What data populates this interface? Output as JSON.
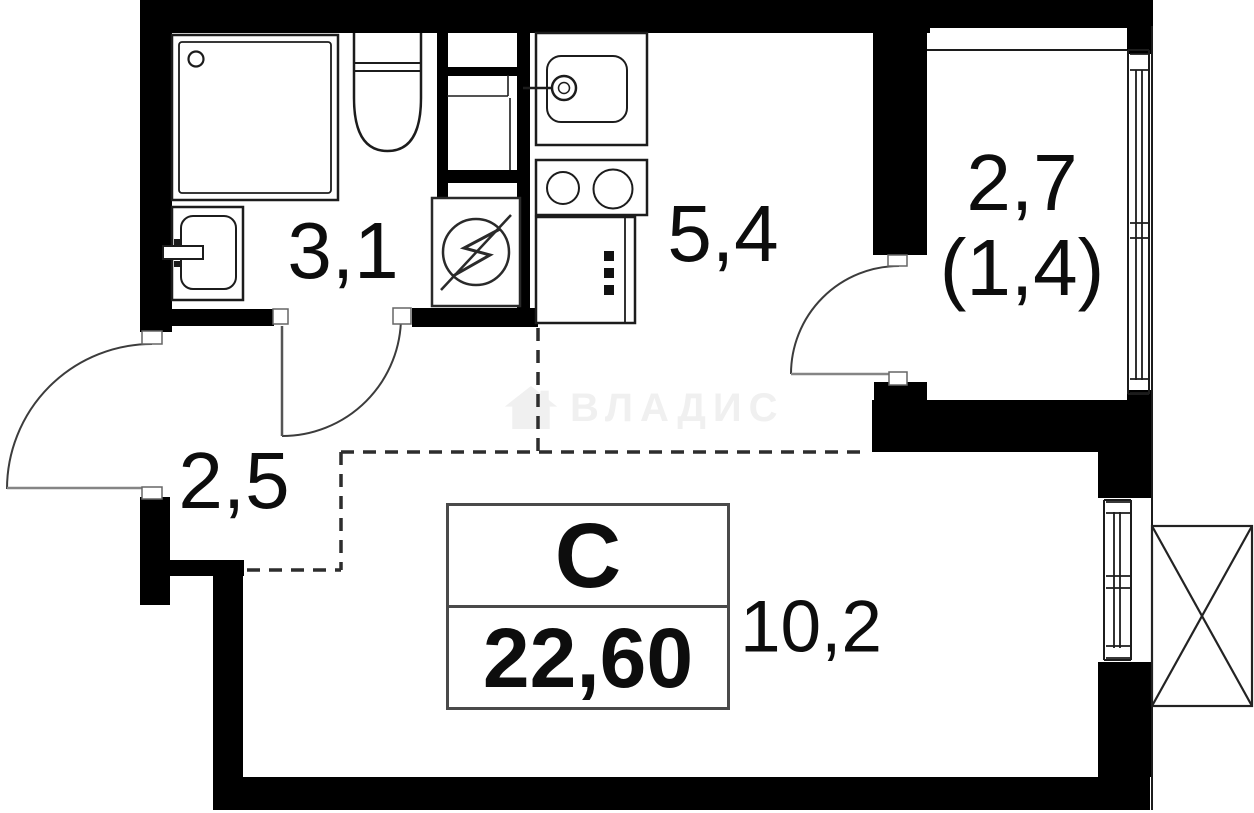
{
  "plan": {
    "watermark_text": "ВЛАДИС",
    "unit": {
      "type_label": "С",
      "total_area": "22,60"
    },
    "rooms": [
      {
        "name": "bathroom",
        "area": "3,1"
      },
      {
        "name": "kitchen",
        "area": "5,4"
      },
      {
        "name": "hallway",
        "area": "2,5"
      },
      {
        "name": "living-room",
        "area": "10,2"
      },
      {
        "name": "balcony",
        "area": "2,7",
        "area_weighted": "(1,4)"
      }
    ],
    "colors": {
      "wall": "#000000",
      "line": "#1c1c1c",
      "dashed": "#2d2d2d",
      "watermark": "#f0f0f0",
      "background": "#ffffff"
    }
  }
}
